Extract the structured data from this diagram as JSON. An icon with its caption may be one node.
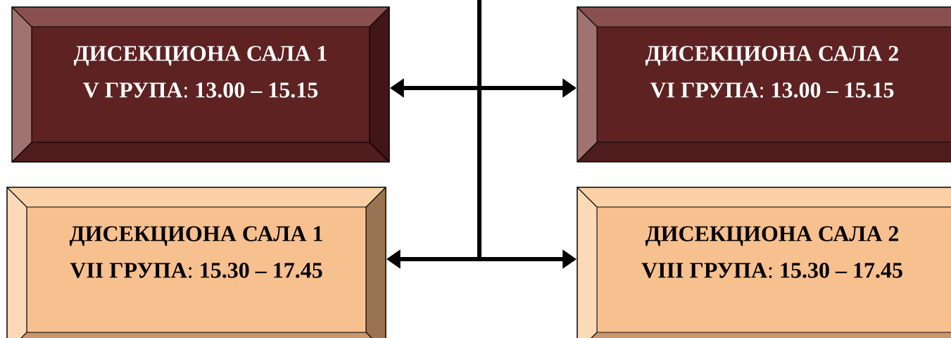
{
  "diagram": {
    "nodes": [
      {
        "text": [
          "ДИСЕКЦИОНА САЛА 1",
          "**V ГРУПА**: **13.00 – 15.15**"
        ]
      },
      {
        "text": [
          "ДИСЕКЦИОНА САЛА 2",
          "**VI ГРУПА**: **13.00 – 15.15**"
        ]
      },
      {
        "text": [
          "ДИСЕКЦИОНА САЛА 1",
          "**VII ГРУПА**: **15.30 – 17.45**"
        ]
      },
      {
        "text": [
          "ДИСЕКЦИОНА САЛА 2",
          "**VIII ГРУПА**: **15.30 – 17.45**"
        ]
      }
    ],
    "edges": [
      {
        "from": 0,
        "to": 1,
        "arrow": "both"
      },
      {
        "from": null,
        "to": 2,
        "arrow": "to"
      },
      {
        "from": null,
        "to": 3,
        "arrow": "to"
      }
    ]
  }
}
